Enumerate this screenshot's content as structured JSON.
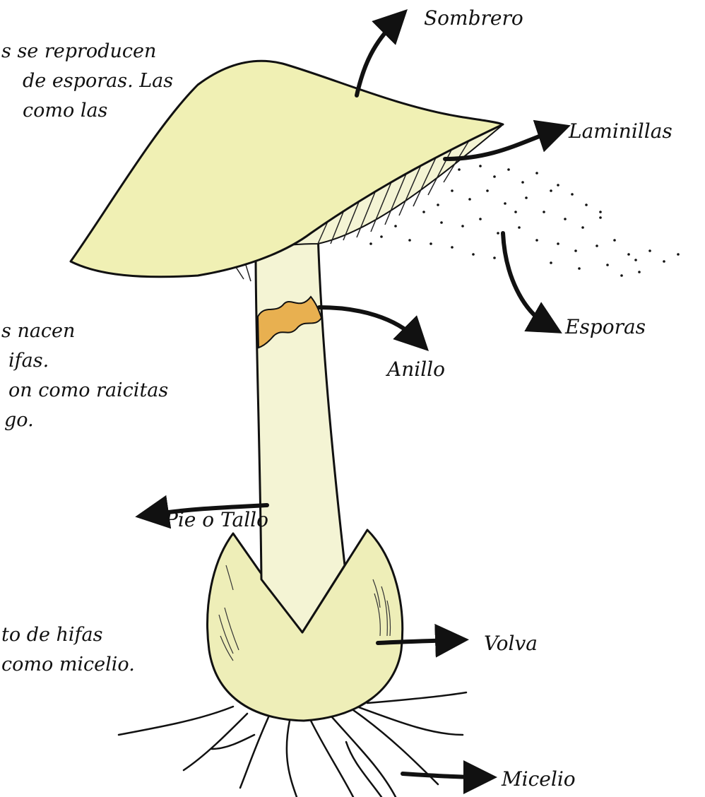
{
  "labels": {
    "cap": "Sombrero",
    "gills": "Laminillas",
    "spores": "Esporas",
    "ring": "Anillo",
    "stem": "Pie o Tallo",
    "volva": "Volva",
    "mycelium": "Micelio"
  },
  "side_text": {
    "block1": [
      "s se reproducen",
      "de esporas. Las",
      "como las"
    ],
    "block2": [
      "s nacen",
      "ifas.",
      "on como raicitas",
      "go."
    ],
    "block3": [
      "to de hifas",
      "como micelio."
    ]
  },
  "colors": {
    "cap": "#f0f0b4",
    "stem": "#f4f4d4",
    "ring": "#e8b050",
    "volva": "#eeeeb8",
    "ink": "#111111"
  }
}
